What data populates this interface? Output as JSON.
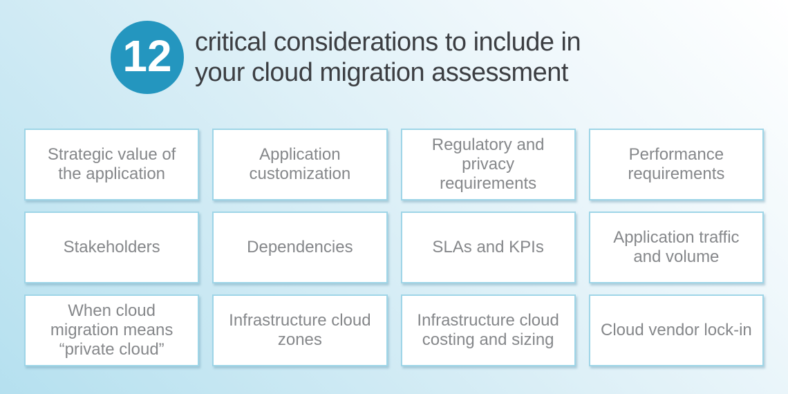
{
  "header": {
    "badge_number": "12",
    "title_line1": "critical considerations to include in",
    "title_line2": "your cloud migration assessment"
  },
  "grid": {
    "items": [
      {
        "label": "Strategic value of the application"
      },
      {
        "label": "Application customization"
      },
      {
        "label": "Regulatory and privacy requirements"
      },
      {
        "label": "Performance requirements"
      },
      {
        "label": "Stakeholders"
      },
      {
        "label": "Dependencies"
      },
      {
        "label": "SLAs and KPIs"
      },
      {
        "label": "Application traffic and volume"
      },
      {
        "label": "When cloud migration means “private cloud”"
      },
      {
        "label": "Infrastructure cloud zones"
      },
      {
        "label": "Infrastructure cloud costing and sizing"
      },
      {
        "label": "Cloud vendor lock-in"
      }
    ]
  },
  "colors": {
    "badge_background": "#2496bf",
    "badge_text": "#ffffff",
    "title_text": "#3c3e42",
    "card_border": "#9ed5e7",
    "card_background": "#ffffff",
    "card_text": "#85878a",
    "background_top_right": "#ffffff",
    "background_bottom_left": "#b5e0ef"
  }
}
